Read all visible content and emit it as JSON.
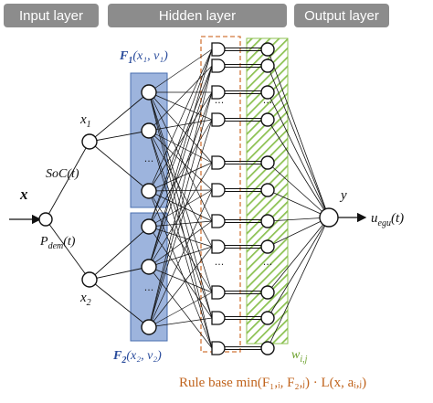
{
  "headers": {
    "input": "Input layer",
    "hidden": "Hidden layer",
    "output": "Output layer"
  },
  "labels": {
    "x_input": "x",
    "x1": "x",
    "x1_sub": "1",
    "x2": "x",
    "x2_sub": "2",
    "soc": "SoC(t)",
    "pdem": "P",
    "pdem_sub": "dem",
    "pdem_tail": "(t)",
    "f1": "F",
    "f1_sub": "1",
    "f1_args": "(x₁, v₁)",
    "f2": "F",
    "f2_sub": "2",
    "f2_args": "(x₂, v₂)",
    "y": "y",
    "uegu": "u",
    "uegu_sub": "egu",
    "uegu_tail": "(t)",
    "wij": "w",
    "wij_sub": "i,j",
    "rule_base": "Rule base min(F₁,ᵢ, F₂,ⱼ) · L(x, aᵢ,ⱼ)",
    "ellipsis": "..."
  },
  "colors": {
    "header_fill": "#8c8c8c",
    "blue_box": "#9db4dd",
    "blue_box_stroke": "#4a6fb0",
    "orange_dash": "#d2773a",
    "green_hatch": "#8cc152"
  }
}
